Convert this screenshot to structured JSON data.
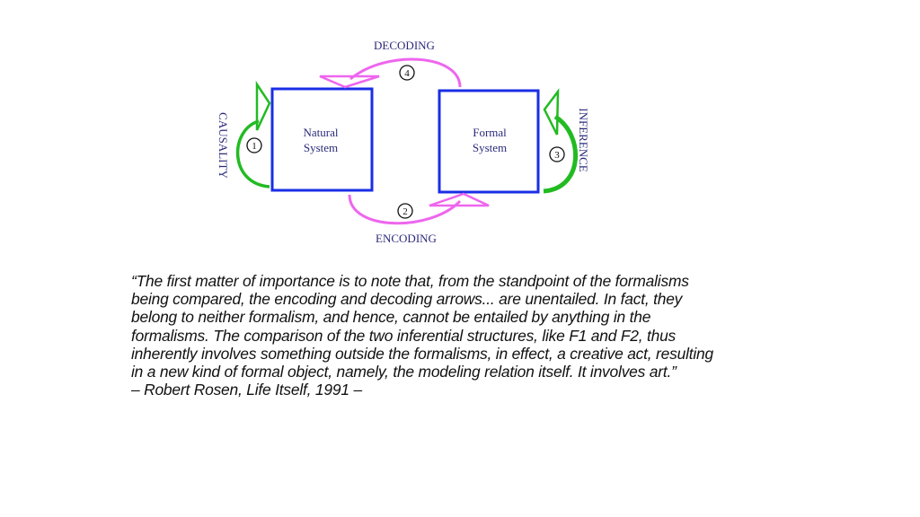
{
  "diagram": {
    "labels": {
      "decoding": "DECODING",
      "encoding": "ENCODING",
      "causality": "CAUSALITY",
      "inference": "INFERENCE"
    },
    "natural_system": [
      "Natural",
      "System"
    ],
    "formal_system": [
      "Formal",
      "System"
    ],
    "steps": [
      "1",
      "2",
      "3",
      "4"
    ],
    "colors": {
      "box": "#1a2ee6",
      "green": "#22bb22",
      "magenta": "#ee66ee",
      "text": "#2a2a7a"
    }
  },
  "quote": {
    "lines": [
      "“The first matter of importance is to note that, from the standpoint of the formalisms",
      "being compared, the encoding and decoding arrows... are unentailed. In fact, they",
      "belong to neither formalism, and hence, cannot be entailed by anything in the",
      "formalisms. The comparison of the two inferential structures, like F1 and F2, thus",
      "inherently involves something outside the formalisms, in effect, a creative act, resulting",
      "in a new kind of formal object, namely, the modeling relation itself. It involves art.”"
    ],
    "attribution": "– Robert Rosen, Life Itself, 1991 –"
  }
}
